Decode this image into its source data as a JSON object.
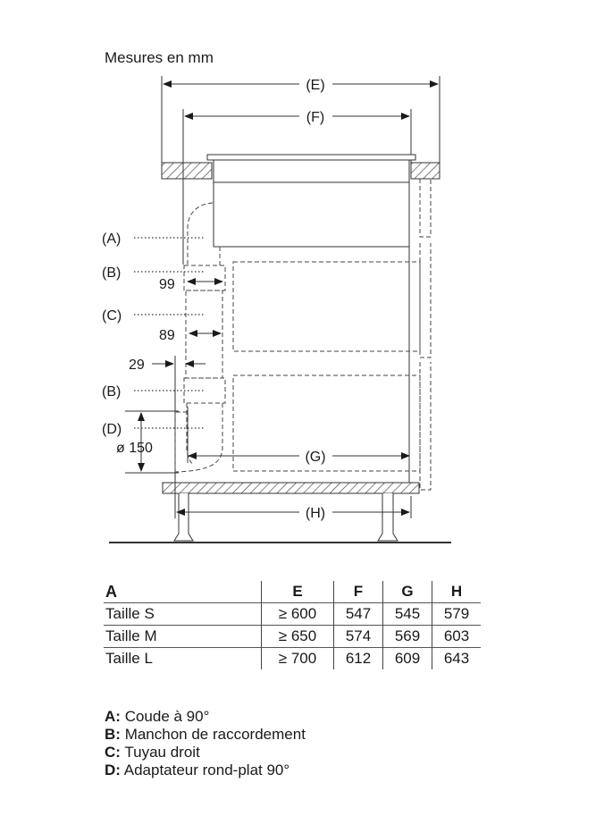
{
  "title": "Mesures en mm",
  "diagram": {
    "dims": {
      "E": "(E)",
      "F": "(F)",
      "G": "(G)",
      "H": "(H)"
    },
    "parts": {
      "A": "(A)",
      "B1": "(B)",
      "C": "(C)",
      "B2": "(B)",
      "D": "(D)"
    },
    "measures": {
      "m99": "99",
      "m89": "89",
      "m29": "29",
      "diam": "ø 150"
    }
  },
  "table": {
    "headers": [
      "A",
      "E",
      "F",
      "G",
      "H"
    ],
    "rows": [
      [
        "Taille S",
        "≥ 600",
        "547",
        "545",
        "579"
      ],
      [
        "Taille M",
        "≥ 650",
        "574",
        "569",
        "603"
      ],
      [
        "Taille L",
        "≥ 700",
        "612",
        "609",
        "643"
      ]
    ]
  },
  "legend": [
    {
      "key": "A:",
      "text": "Coude à 90°"
    },
    {
      "key": "B:",
      "text": "Manchon de raccordement"
    },
    {
      "key": "C:",
      "text": "Tuyau droit"
    },
    {
      "key": "D:",
      "text": "Adaptateur rond-plat 90°"
    }
  ]
}
